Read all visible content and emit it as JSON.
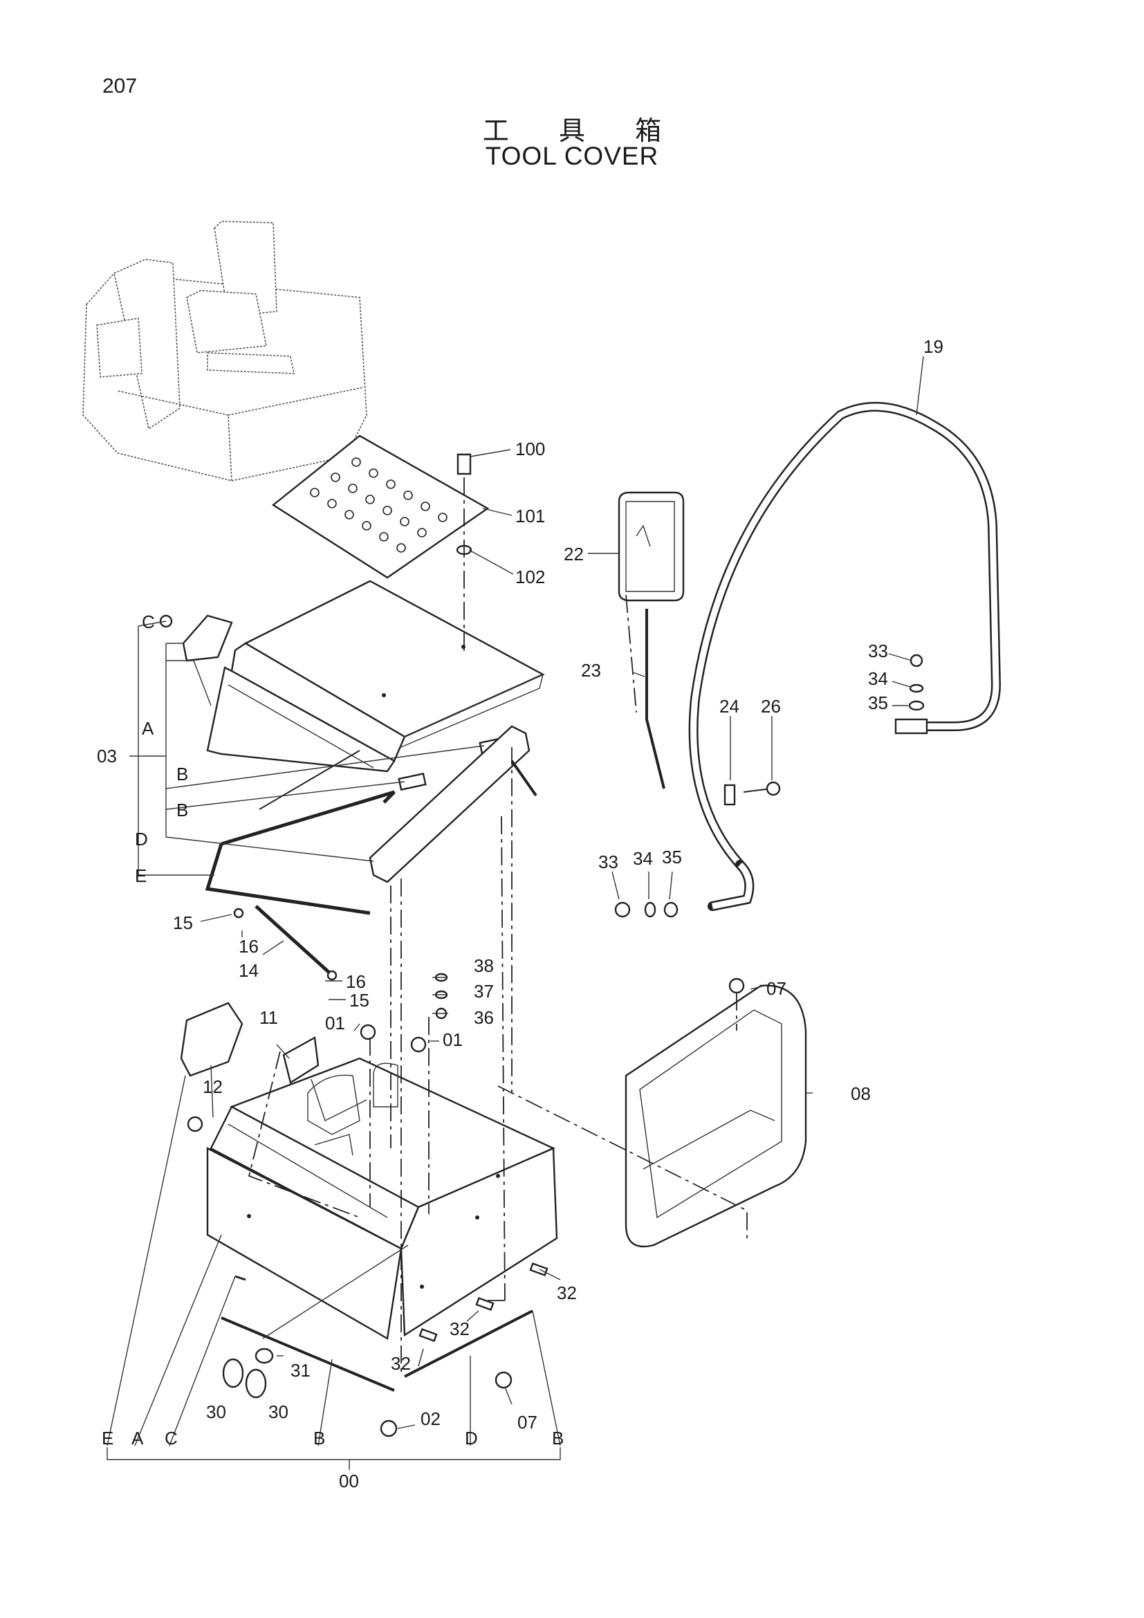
{
  "page": {
    "number": "207",
    "title_jp": "工 具 箱",
    "title_en": "TOOL COVER"
  },
  "callouts": [
    {
      "id": "c100",
      "label": "100"
    },
    {
      "id": "c101",
      "label": "101"
    },
    {
      "id": "c102",
      "label": "102"
    },
    {
      "id": "c19",
      "label": "19"
    },
    {
      "id": "c22",
      "label": "22"
    },
    {
      "id": "c23",
      "label": "23"
    },
    {
      "id": "c24",
      "label": "24"
    },
    {
      "id": "c26",
      "label": "26"
    },
    {
      "id": "c33a",
      "label": "33"
    },
    {
      "id": "c34a",
      "label": "34"
    },
    {
      "id": "c35a",
      "label": "35"
    },
    {
      "id": "c33b",
      "label": "33"
    },
    {
      "id": "c34b",
      "label": "34"
    },
    {
      "id": "c35b",
      "label": "35"
    },
    {
      "id": "c03",
      "label": "03"
    },
    {
      "id": "cC1",
      "label": "C"
    },
    {
      "id": "cA1",
      "label": "A"
    },
    {
      "id": "cB1",
      "label": "B"
    },
    {
      "id": "cB2",
      "label": "B"
    },
    {
      "id": "cD1",
      "label": "D"
    },
    {
      "id": "cE1",
      "label": "E"
    },
    {
      "id": "c15a",
      "label": "15"
    },
    {
      "id": "c16a",
      "label": "16"
    },
    {
      "id": "c14",
      "label": "14"
    },
    {
      "id": "c16b",
      "label": "16"
    },
    {
      "id": "c15b",
      "label": "15"
    },
    {
      "id": "c38",
      "label": "38"
    },
    {
      "id": "c37",
      "label": "37"
    },
    {
      "id": "c36",
      "label": "36"
    },
    {
      "id": "c11",
      "label": "11"
    },
    {
      "id": "c01a",
      "label": "01"
    },
    {
      "id": "c01b",
      "label": "01"
    },
    {
      "id": "c12",
      "label": "12"
    },
    {
      "id": "c07a",
      "label": "07"
    },
    {
      "id": "c08",
      "label": "08"
    },
    {
      "id": "c32a",
      "label": "32"
    },
    {
      "id": "c32b",
      "label": "32"
    },
    {
      "id": "c32c",
      "label": "32"
    },
    {
      "id": "c31",
      "label": "31"
    },
    {
      "id": "c30a",
      "label": "30"
    },
    {
      "id": "c30b",
      "label": "30"
    },
    {
      "id": "c02",
      "label": "02"
    },
    {
      "id": "c07b",
      "label": "07"
    },
    {
      "id": "cE2",
      "label": "E"
    },
    {
      "id": "cA2",
      "label": "A"
    },
    {
      "id": "cC2",
      "label": "C"
    },
    {
      "id": "cB3",
      "label": "B"
    },
    {
      "id": "cD2",
      "label": "D"
    },
    {
      "id": "cB4",
      "label": "B"
    },
    {
      "id": "c00",
      "label": "00"
    }
  ]
}
